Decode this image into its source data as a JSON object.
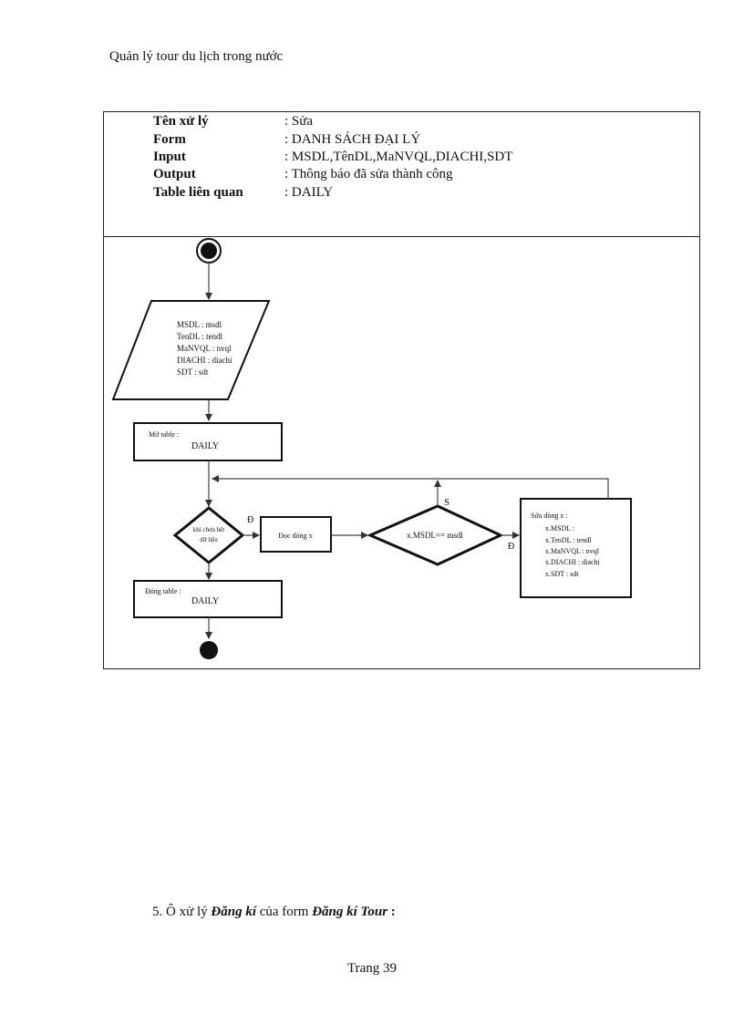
{
  "header": {
    "title": "Quản lý tour du lịch trong nước"
  },
  "spec": {
    "rows": [
      {
        "label": "Tên xử lý",
        "value": ": Sửa"
      },
      {
        "label": "Form",
        "value": ": DANH SÁCH ĐẠI LÝ"
      },
      {
        "label": "Input",
        "value": ": MSDL,TênDL,MaNVQL,DIACHI,SDT"
      },
      {
        "label": "Output",
        "value": ": Thông báo đã sửa thành công"
      },
      {
        "label": "Table liên quan",
        "value": ": DAILY"
      }
    ]
  },
  "flowchart": {
    "input_lines": [
      "MSDL : msdl",
      "TenDL : tendl",
      "MaNVQL : nvql",
      "DIACHI : diachi",
      "SDT : sdt"
    ],
    "open_label": "Mở table :",
    "open_table": "DAILY",
    "loop_condition_line1": "khi chưa hết",
    "loop_condition_line2": "dữ liệu",
    "read_row": "Đọc dòng x",
    "compare_condition": "x.MSDL== msdl",
    "branch_true_loop": "Đ",
    "branch_false": "S",
    "branch_true": "Đ",
    "update_title": "Sửa dòng x :",
    "update_lines": [
      "x.MSDL :",
      "x.TenDL : tendl",
      "x.MaNVQL : nvql",
      "x.DIACHI : diachi",
      "x.SDT : sdt"
    ],
    "close_label": "Đóng table :",
    "close_table": "DAILY"
  },
  "section": {
    "prefix": "5. Ô xử lý ",
    "action": "Đăng kí",
    "middle": " của form ",
    "form": "Đăng kí Tour",
    "suffix": " :"
  },
  "footer": {
    "page": "Trang 39"
  }
}
